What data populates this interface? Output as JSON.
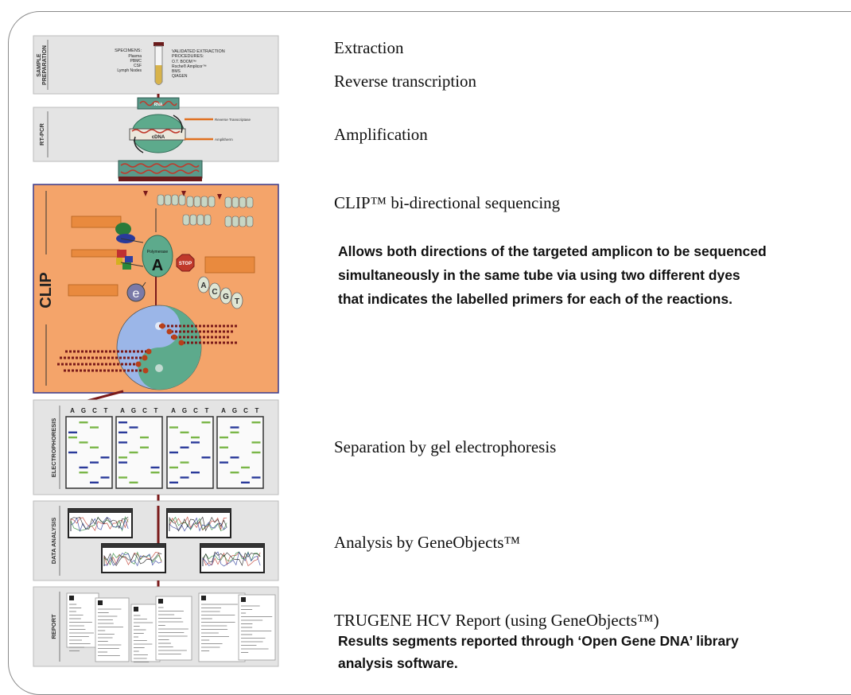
{
  "steps": {
    "extraction": "Extraction",
    "reverse_transcription": "Reverse transcription",
    "amplification": "Amplification",
    "clip": "CLIP™  bi-directional sequencing",
    "clip_desc_1": "Allows both directions of the targeted amplicon to be sequenced",
    "clip_desc_2": "simultaneously in the same tube via using two  different dyes",
    "clip_desc_3": "that indicates the labelled primers for each of the reactions.",
    "separation": "Separation by gel electrophoresis",
    "analysis": "Analysis by GeneObjects™",
    "report": "TRUGENE  HCV Report (using GeneObjects™)",
    "report_desc_1": "Results segments reported through ‘Open Gene   DNA’ library",
    "report_desc_2": "analysis software."
  },
  "sections": {
    "sample_prep_1": "SAMPLE",
    "sample_prep_2": "PREPARATION",
    "rtpcr": "RT-PCR",
    "clip": "CLIP",
    "electrophoresis": "ELECTROPHORESIS",
    "data_analysis": "DATA ANALYSIS",
    "report": "REPORT"
  },
  "sample_prep": {
    "specimens_title": "SPECIMENS:",
    "specimens": [
      "Plasma",
      "PBMC",
      "CSF",
      "Lymph Nodes"
    ],
    "procedures_title": "VALIDATED EXTRACTION PROCEDURES:",
    "procedures": [
      "O.T. BOOM™",
      "Roche® Amplicor™",
      "BMS",
      "QIAGEN"
    ]
  },
  "rtpcr_labels": {
    "rna": "RNA",
    "cdna": "cDNA",
    "reverse_transcriptase": "Reverse Transcriptase",
    "amplitherm": "Amplitherm"
  },
  "clip_labels": {
    "polymerase": "Polymerase",
    "letter_a": "A",
    "letter_e": "e",
    "stop": "STOP"
  },
  "gel_lane_letters": [
    "A",
    "G",
    "C",
    "T"
  ],
  "colors": {
    "clip_bg": "#f4a46a",
    "clip_border": "#3a3a8c",
    "panel_bg": "#e4e4e4",
    "connector": "#7a1a1a"
  }
}
